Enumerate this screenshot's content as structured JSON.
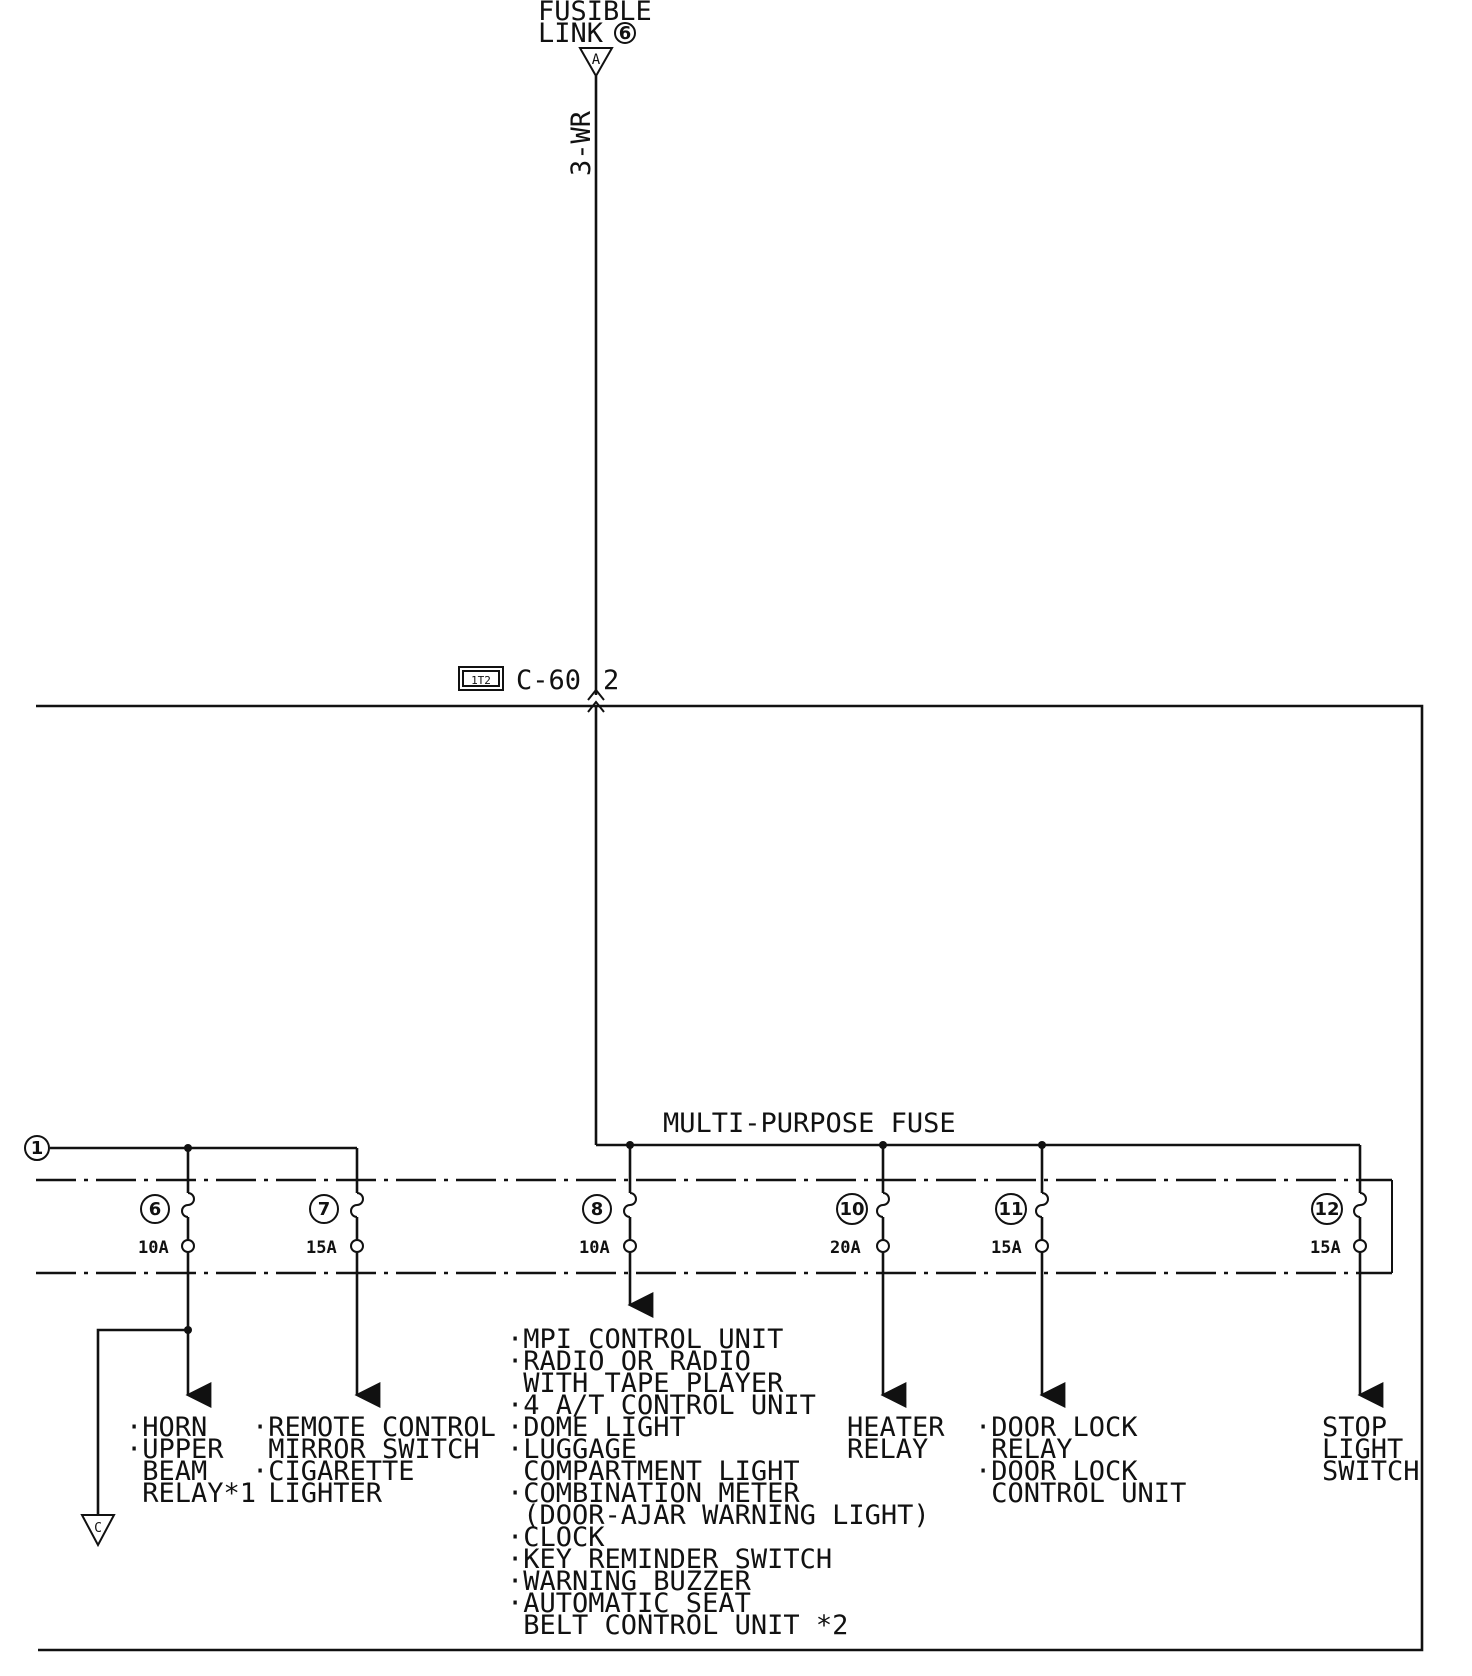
{
  "fusible_link": {
    "line1": "FUSIBLE",
    "line2": "LINK",
    "number": "6",
    "connector": "A"
  },
  "wire_code": "3-WR",
  "connector": {
    "icon_text": "1T2",
    "name": "C-60",
    "pin": "2"
  },
  "section_label": "MULTI-PURPOSE FUSE",
  "ref_left": "1",
  "ground_ref": "C",
  "fuses": [
    {
      "number": "6",
      "rating": "10A"
    },
    {
      "number": "7",
      "rating": "15A"
    },
    {
      "number": "8",
      "rating": "10A"
    },
    {
      "number": "10",
      "rating": "20A"
    },
    {
      "number": "11",
      "rating": "15A"
    },
    {
      "number": "12",
      "rating": "15A"
    }
  ],
  "loads": {
    "fuse6": [
      "·HORN",
      "·UPPER",
      " BEAM",
      " RELAY*1"
    ],
    "fuse7": [
      "·REMOTE CONTROL",
      " MIRROR SWITCH",
      "·CIGARETTE",
      " LIGHTER"
    ],
    "fuse8": [
      "·MPI CONTROL UNIT",
      "·RADIO OR RADIO",
      " WITH TAPE PLAYER",
      "·4 A/T CONTROL UNIT",
      "·DOME LIGHT",
      "·LUGGAGE",
      " COMPARTMENT LIGHT",
      "·COMBINATION METER",
      " (DOOR-AJAR WARNING LIGHT)",
      "·CLOCK",
      "·KEY REMINDER SWITCH",
      "·WARNING BUZZER",
      "·AUTOMATIC SEAT",
      " BELT CONTROL UNIT *2"
    ],
    "fuse10": [
      "HEATER",
      "RELAY"
    ],
    "fuse11": [
      "·DOOR LOCK",
      " RELAY",
      "·DOOR LOCK",
      " CONTROL UNIT"
    ],
    "fuse12": [
      "STOP",
      "LIGHT",
      "SWITCH"
    ]
  }
}
